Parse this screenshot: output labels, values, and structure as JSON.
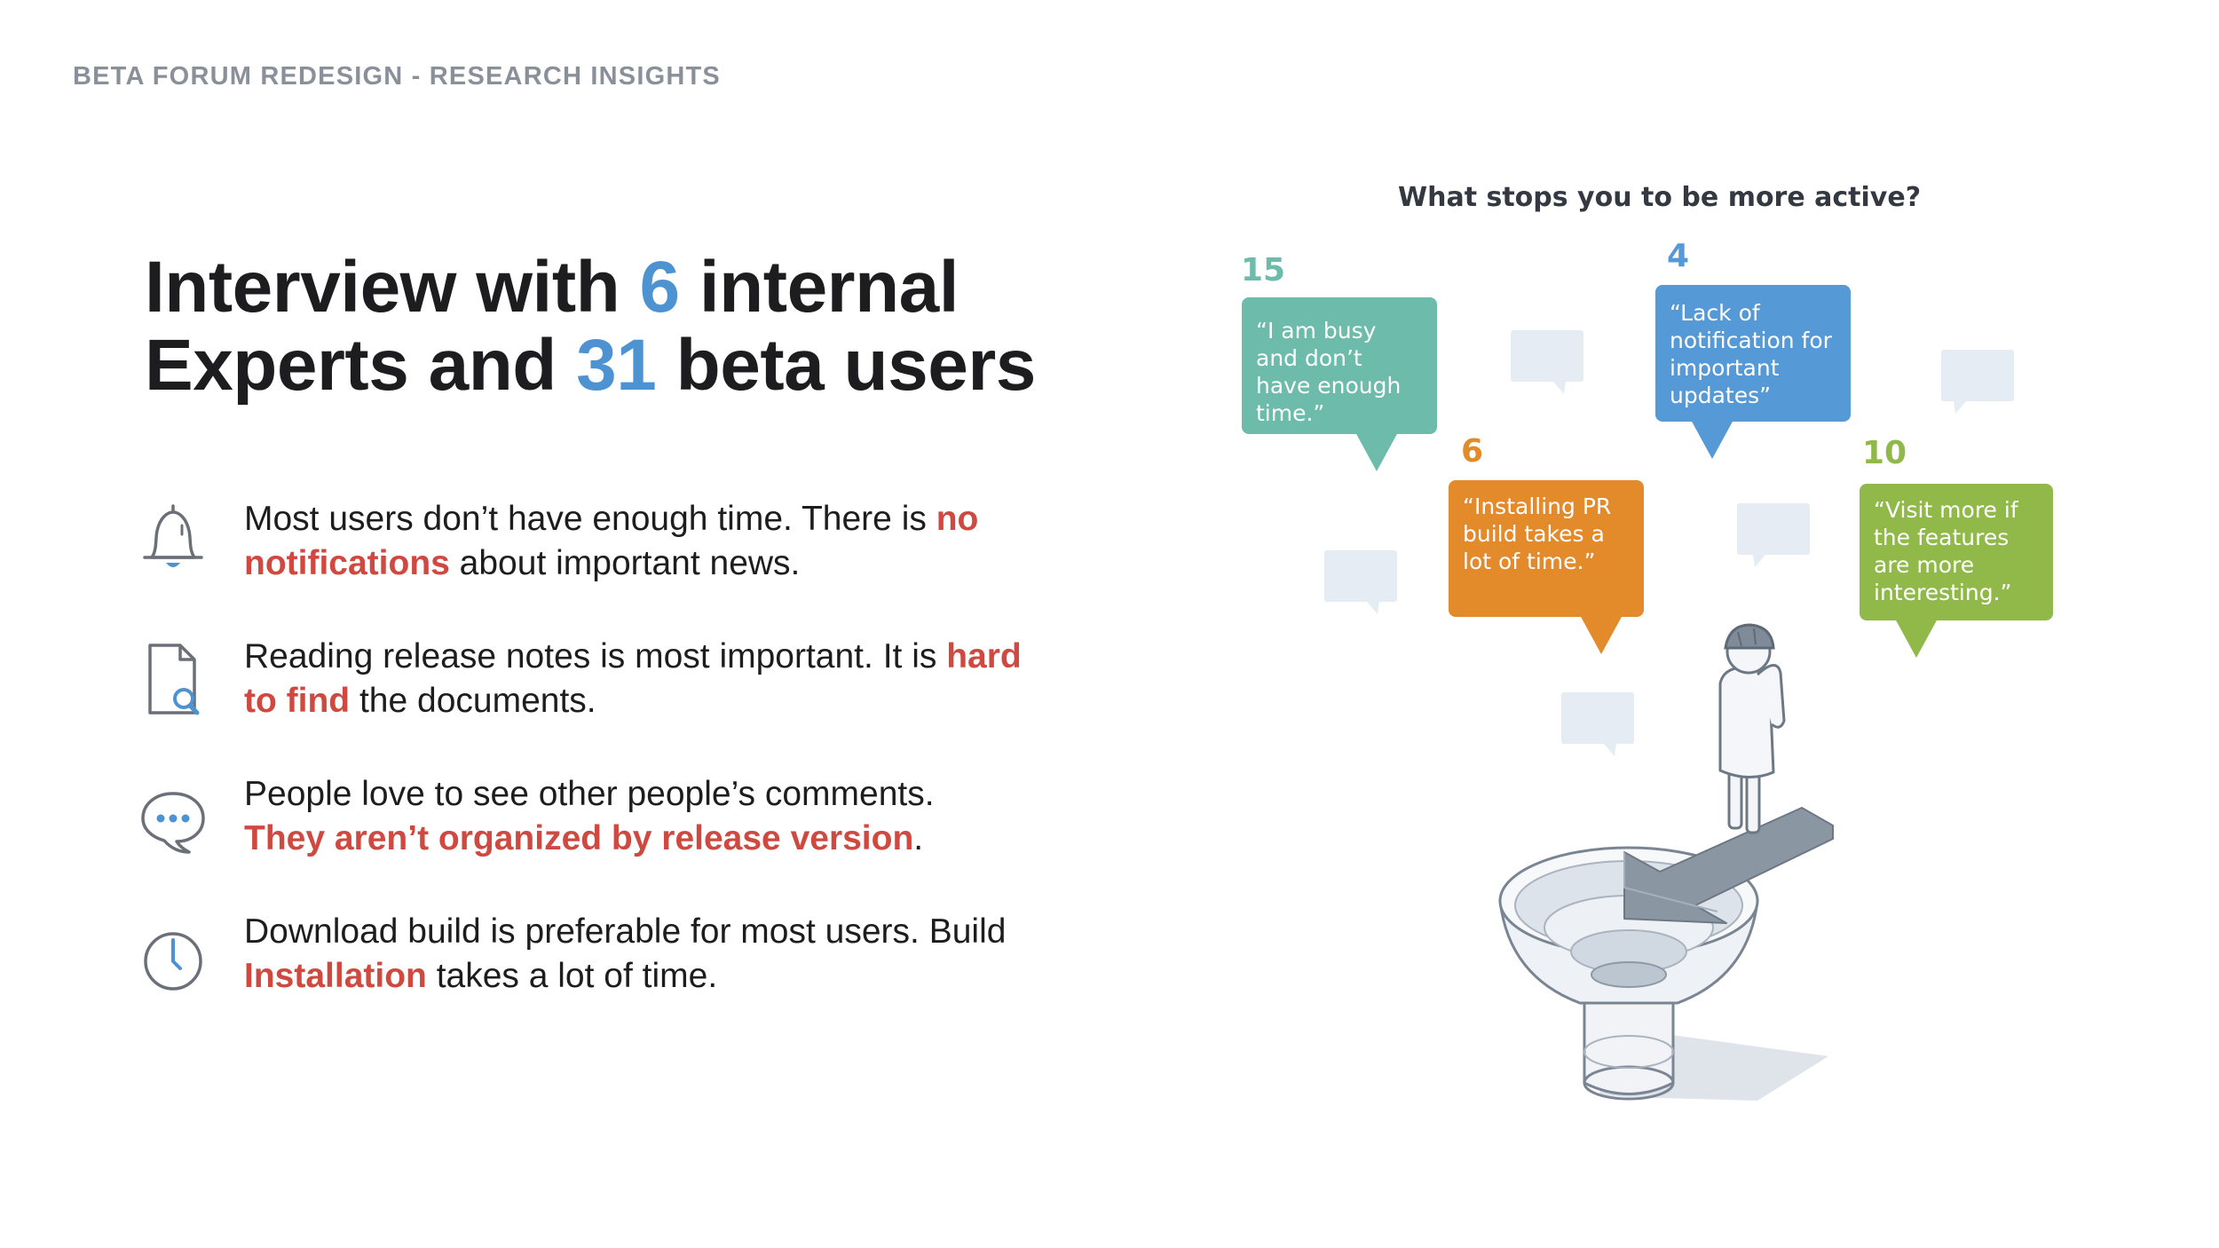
{
  "header": {
    "eyebrow": "BETA FORUM REDESIGN - RESEARCH INSIGHTS"
  },
  "headline": {
    "part1": "Interview with ",
    "num1": "6",
    "part2": " internal",
    "part3": "Experts and ",
    "num2": "31",
    "part4": " beta users"
  },
  "insights": [
    {
      "icon": "bell-icon",
      "pre": "Most users don’t have enough time. There is ",
      "highlight": "no notifications",
      "post": " about important news."
    },
    {
      "icon": "document-search-icon",
      "pre": "Reading release notes is most important. It is ",
      "highlight": "hard to find",
      "post": " the documents."
    },
    {
      "icon": "chat-bubble-icon",
      "pre": "People love to see other people’s comments. ",
      "highlight": "They aren’t organized by release version",
      "post": "."
    },
    {
      "icon": "clock-icon",
      "pre": "Download build is preferable for most users. Build ",
      "highlight": "Installation",
      "post": " takes a lot of time."
    }
  ],
  "survey": {
    "question": "What stops you to be more active?",
    "responses": [
      {
        "count": "15",
        "quote": "“I am busy and don’t have enough time.”",
        "color": "#6dbbab"
      },
      {
        "count": "4",
        "quote": "“Lack of notification for important updates”",
        "color": "#5599d6"
      },
      {
        "count": "6",
        "quote": "“Installing PR build takes a lot of time.”",
        "color": "#e38a2b"
      },
      {
        "count": "10",
        "quote": "“Visit more if the features are more interesting.”",
        "color": "#90b94a"
      }
    ]
  },
  "colors": {
    "accent_blue": "#4d92d1",
    "highlight_red": "#cf4940",
    "eyebrow_gray": "#8a909a"
  }
}
